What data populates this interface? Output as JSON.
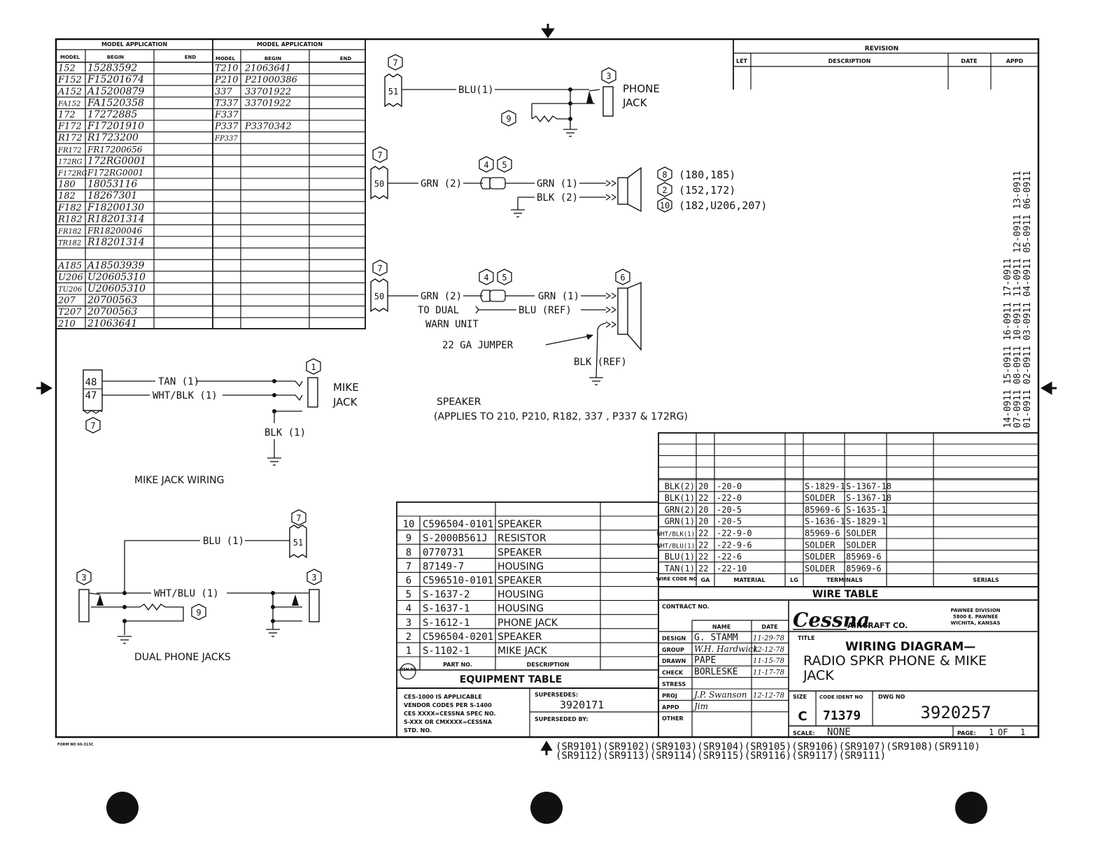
{
  "model_application": {
    "title": "MODEL APPLICATION",
    "headers": [
      "MODEL",
      "BEGIN",
      "END"
    ],
    "left_rows": [
      [
        "152",
        "15283592"
      ],
      [
        "F152",
        "F15201674"
      ],
      [
        "A152",
        "A15200879"
      ],
      [
        "FA152",
        "FA1520358"
      ],
      [
        "172",
        "17272885"
      ],
      [
        "F172",
        "F17201910"
      ],
      [
        "R172",
        "R1723200"
      ],
      [
        "FR172",
        "FR17200656"
      ],
      [
        "172RG",
        "172RG0001"
      ],
      [
        "F172RG",
        "F172RG0001"
      ],
      [
        "180",
        "18053116"
      ],
      [
        "182",
        "18267301"
      ],
      [
        "F182",
        "F18200130"
      ],
      [
        "R182",
        "R18201314"
      ],
      [
        "FR182",
        "FR18200046"
      ],
      [
        "TR182",
        "R18201314"
      ],
      [
        "",
        ""
      ],
      [
        "A185",
        "A18503939"
      ],
      [
        "U206",
        "U20605310"
      ],
      [
        "TU206",
        "U20605310"
      ],
      [
        "207",
        "20700563"
      ],
      [
        "T207",
        "20700563"
      ],
      [
        "210",
        "21063641"
      ]
    ],
    "right_rows": [
      [
        "T210",
        "21063641"
      ],
      [
        "P210",
        "P21000386"
      ],
      [
        "337",
        "33701922"
      ],
      [
        "T337",
        "33701922"
      ],
      [
        "F337",
        ""
      ],
      [
        "P337",
        "P3370342"
      ],
      [
        "FP337",
        ""
      ]
    ]
  },
  "revision": {
    "title": "REVISION",
    "headers": [
      "LET",
      "DESCRIPTION",
      "DATE",
      "APPD"
    ]
  },
  "phone_jack": {
    "conn": "51",
    "wire": "BLU(1)",
    "ref_top": "7",
    "ref_jack": "3",
    "ref_res": "9",
    "label1": "PHONE",
    "label2": "JACK"
  },
  "speaker_top": {
    "conn": "50",
    "ref_conn": "7",
    "ref_a": "4",
    "ref_b": "5",
    "wire_in": "GRN (2)",
    "wire_out": "GRN (1)",
    "wire_blk": "BLK (2)",
    "refs": [
      {
        "num": "8",
        "text": "(180,185)"
      },
      {
        "num": "2",
        "text": "(152,172)"
      },
      {
        "num": "10",
        "text": "(182,U206,207)"
      }
    ]
  },
  "speaker_bottom": {
    "conn": "50",
    "ref_conn": "7",
    "ref_a": "4",
    "ref_b": "5",
    "ref_spk": "6",
    "wire_in": "GRN (2)",
    "wire_out": "GRN (1)",
    "to_dual": "TO DUAL",
    "warn_unit": "WARN UNIT",
    "blu_ref": "BLU (REF)",
    "jumper": "22 GA JUMPER",
    "blk_ref": "BLK (REF)",
    "label": "SPEAKER",
    "applies": "(APPLIES TO 210, P210, R182, 337 , P337 & 172RG)"
  },
  "mike_jack": {
    "pin1": "48",
    "pin2": "47",
    "wire1": "TAN (1)",
    "wire2": "WHT/BLK (1)",
    "ref_conn": "7",
    "ref_jack": "1",
    "blk": "BLK (1)",
    "label1": "MIKE",
    "label2": "JACK",
    "caption": "MIKE JACK WIRING"
  },
  "dual_phone": {
    "conn": "51",
    "ref_conn": "7",
    "wire_blu": "BLU (1)",
    "wire_wht": "WHT/BLU (1)",
    "ref_left": "3",
    "ref_right": "3",
    "ref_res": "9",
    "caption": "DUAL PHONE JACKS"
  },
  "serials_vertical": [
    "14-0911 15-0911 16-0911 17-0911",
    "07-0911 08-0911 10-0911 11-0911 12-0911 13-0911",
    "01-0911 02-0911 03-0911 04-0911 05-0911 06-0911"
  ],
  "wire_table": {
    "title": "WIRE TABLE",
    "headers": [
      "WIRE CODE NO",
      "GA",
      "MATERIAL",
      "LG",
      "TERMINALS",
      "SERIALS"
    ],
    "rows": [
      [
        "BLK(2)",
        "20",
        "-20-0",
        "",
        "S-1829-1",
        "S-1367-18"
      ],
      [
        "BLK(1)",
        "22",
        "-22-0",
        "",
        "SOLDER",
        "S-1367-18"
      ],
      [
        "GRN(2)",
        "20",
        "-20-5",
        "",
        "85969-6",
        "S-1635-1"
      ],
      [
        "GRN(1)",
        "20",
        "-20-5",
        "",
        "S-1636-1",
        "S-1829-1"
      ],
      [
        "WHT/BLK(1)",
        "22",
        "-22-9-0",
        "",
        "85969-6",
        "SOLDER"
      ],
      [
        "WHT/BLU(1)",
        "22",
        "-22-9-6",
        "",
        "SOLDER",
        "SOLDER"
      ],
      [
        "BLU(1)",
        "22",
        "-22-6",
        "",
        "SOLDER",
        "85969-6"
      ],
      [
        "TAN(1)",
        "22",
        "-22-10",
        "",
        "SOLDER",
        "85969-6"
      ]
    ]
  },
  "equipment_table": {
    "title": "EQUIPMENT TABLE",
    "headers": [
      "ITEM NO",
      "PART NO.",
      "DESCRIPTION"
    ],
    "rows": [
      [
        "10",
        "C596504-0101",
        "SPEAKER"
      ],
      [
        "9",
        "S-2000B561J",
        "RESISTOR"
      ],
      [
        "8",
        "0770731",
        "SPEAKER"
      ],
      [
        "7",
        "87149-7",
        "HOUSING"
      ],
      [
        "6",
        "C596510-0101",
        "SPEAKER"
      ],
      [
        "5",
        "S-1637-2",
        "HOUSING"
      ],
      [
        "4",
        "S-1637-1",
        "HOUSING"
      ],
      [
        "3",
        "S-1612-1",
        "PHONE JACK"
      ],
      [
        "2",
        "C596504-0201",
        "SPEAKER"
      ],
      [
        "1",
        "S-1102-1",
        "MIKE JACK"
      ]
    ]
  },
  "notes": {
    "ces1": "CES-1000 IS APPLICABLE",
    "ces2": "VENDOR CODES PER S-1400",
    "ces3": "CES XXXX=CESSNA SPEC NO.",
    "ces4": "S-XXX OR CMXXXX=CESSNA",
    "ces5": "STD. NO.",
    "supersedes_label": "SUPERSEDES:",
    "supersedes": "3920171",
    "superseded_by_label": "SUPERSEDED BY:"
  },
  "title_block": {
    "contract_label": "CONTRACT NO.",
    "name_label": "NAME",
    "date_label": "DATE",
    "rows": [
      {
        "role": "DESIGN",
        "name": "G. STAMM",
        "date": "11-29-78"
      },
      {
        "role": "GROUP",
        "name": "W.H. Hardwick",
        "date": "12-12-78"
      },
      {
        "role": "DRAWN",
        "name": "PAPE",
        "date": "11-15-78"
      },
      {
        "role": "CHECK",
        "name": "BORLESKE",
        "date": "11-17-78"
      },
      {
        "role": "STRESS",
        "name": "",
        "date": ""
      },
      {
        "role": "PROJ",
        "name": "J.P. Swanson",
        "date": "12-12-78"
      },
      {
        "role": "APPD",
        "name": "Jim",
        "date": ""
      },
      {
        "role": "OTHER",
        "name": "",
        "date": ""
      }
    ],
    "logo": "Cessna",
    "logo_suffix": "AIRCRAFT CO.",
    "division1": "PAWNEE DIVISION",
    "division2": "5800 E. PAWNEE",
    "division3": "WICHITA, KANSAS",
    "title_label": "TITLE",
    "title1": "WIRING DIAGRAM—",
    "title2": "RADIO SPKR PHONE & MIKE",
    "title3": "JACK",
    "size_label": "SIZE",
    "size": "C",
    "code_label": "CODE IDENT NO",
    "code": "71379",
    "dwg_label": "DWG NO",
    "dwg": "3920257",
    "scale_label": "SCALE:",
    "scale": "NONE",
    "page_label": "PAGE:",
    "page": "1",
    "of_label": "OF",
    "of": "1"
  },
  "form_no": "FORM NO 60-313C",
  "sr_line1": "(SR9101)(SR9102)(SR9103)(SR9104)(SR9105)(SR9106)(SR9107)(SR9108)(SR9110)",
  "sr_line2": "(SR9112)(SR9113)(SR9114)(SR9115)(SR9116)(SR9117)(SR9111)"
}
